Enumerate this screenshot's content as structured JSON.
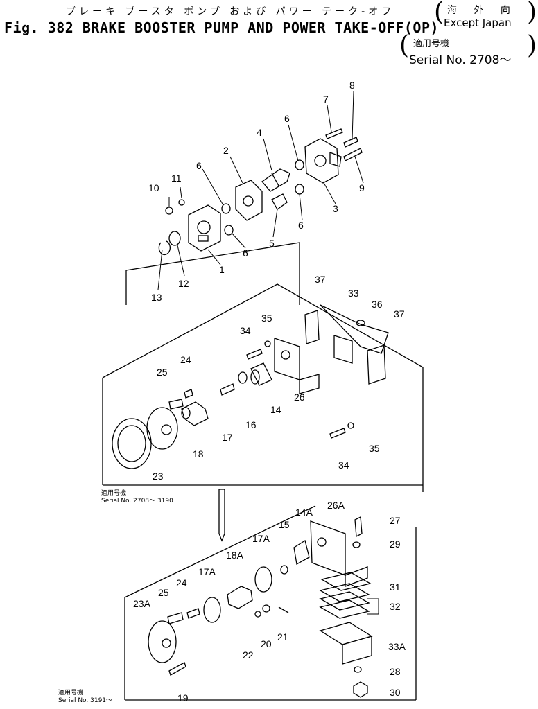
{
  "header": {
    "title_jp": "ブレーキ ブースタ ポンプ および パワー テーク-オフ",
    "title_en": "Fig. 382 BRAKE BOOSTER PUMP AND POWER TAKE-OFF(OP)",
    "market_jp": "海 外 向",
    "market_en": "Except Japan",
    "serial_jp": "適用号機",
    "serial_en": "Serial No. 2708～"
  },
  "notes": {
    "upper_jp": "適用号機",
    "upper_en": "Serial No. 2708～ 3190",
    "lower_jp": "適用号機",
    "lower_en": "Serial No. 3191～"
  },
  "callouts": {
    "top": [
      "1",
      "2",
      "3",
      "4",
      "5",
      "6",
      "6",
      "6",
      "6",
      "7",
      "8",
      "9",
      "10",
      "11",
      "12",
      "13"
    ],
    "middle": [
      "14",
      "16",
      "17",
      "18",
      "23",
      "24",
      "25",
      "26",
      "33",
      "34",
      "34",
      "35",
      "35",
      "36",
      "37",
      "37"
    ],
    "bottom": [
      "14A",
      "15",
      "17A",
      "17A",
      "18A",
      "19",
      "20",
      "21",
      "22",
      "23A",
      "24",
      "25",
      "26A",
      "27",
      "28",
      "29",
      "30",
      "31",
      "32",
      "33A"
    ]
  }
}
